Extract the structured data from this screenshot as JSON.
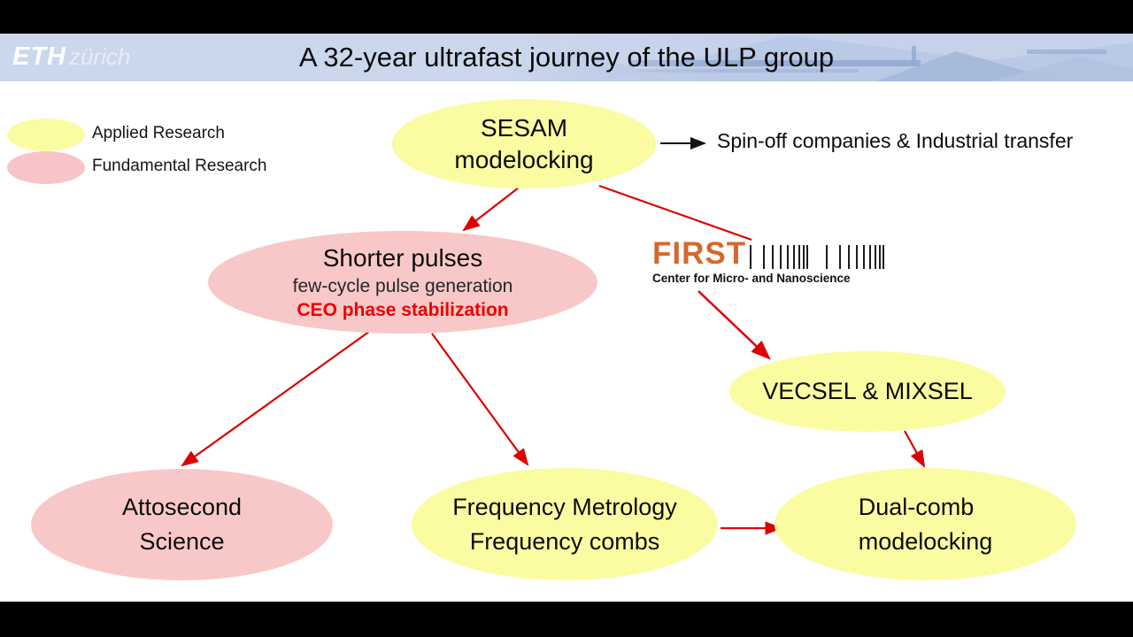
{
  "header": {
    "logo_eth": "ETH",
    "logo_zurich": "zürich",
    "title": "A 32-year ultrafast journey of the ULP group"
  },
  "legend": {
    "applied_label": "Applied Research",
    "fundamental_label": "Fundamental Research",
    "applied_color": "#FBFBA2",
    "fundamental_color": "#F8C8C8"
  },
  "diagram": {
    "nodes": {
      "sesam": {
        "type": "applied",
        "lines": [
          "SESAM",
          "modelocking"
        ]
      },
      "shorter": {
        "type": "fundamental",
        "lines": [
          "Shorter pulses",
          "few-cycle pulse generation",
          "CEO phase stabilization"
        ]
      },
      "vecsel": {
        "type": "applied",
        "lines": [
          "VECSEL & MIXSEL"
        ]
      },
      "attosecond": {
        "type": "fundamental",
        "lines": [
          "Attosecond",
          "Science"
        ]
      },
      "frequency": {
        "type": "applied",
        "lines": [
          "Frequency Metrology",
          "Frequency combs"
        ]
      },
      "dualcomb": {
        "type": "applied",
        "lines": [
          "Dual-comb",
          "modelocking"
        ]
      }
    },
    "edges": [
      {
        "from": "sesam",
        "to": "shorter",
        "color": "red"
      },
      {
        "from": "sesam",
        "to": "spinoff",
        "color": "black"
      },
      {
        "from": "sesam",
        "to": "first-center",
        "color": "red"
      },
      {
        "from": "first-center",
        "to": "vecsel",
        "color": "red"
      },
      {
        "from": "shorter",
        "to": "attosecond",
        "color": "red"
      },
      {
        "from": "shorter",
        "to": "frequency",
        "color": "red"
      },
      {
        "from": "frequency",
        "to": "dualcomb",
        "color": "red"
      },
      {
        "from": "vecsel",
        "to": "dualcomb",
        "color": "red"
      }
    ],
    "arrow_color": "#dd0000",
    "ceo_text_color": "#EE0000"
  },
  "spinoff": {
    "label": "Spin-off companies & Industrial transfer"
  },
  "first_logo": {
    "name": "FIRST",
    "subtitle": "Center for Micro- and Nanoscience",
    "color": "#D5682C",
    "barcode_gaps": [
      [
        0,
        13,
        8,
        7,
        6,
        5,
        4,
        3,
        2
      ],
      [
        0,
        13,
        8,
        7,
        6,
        5,
        4,
        3,
        2
      ]
    ]
  },
  "colors": {
    "header_band": "#CBD7EC",
    "top_bottom_bars": "#000000"
  }
}
